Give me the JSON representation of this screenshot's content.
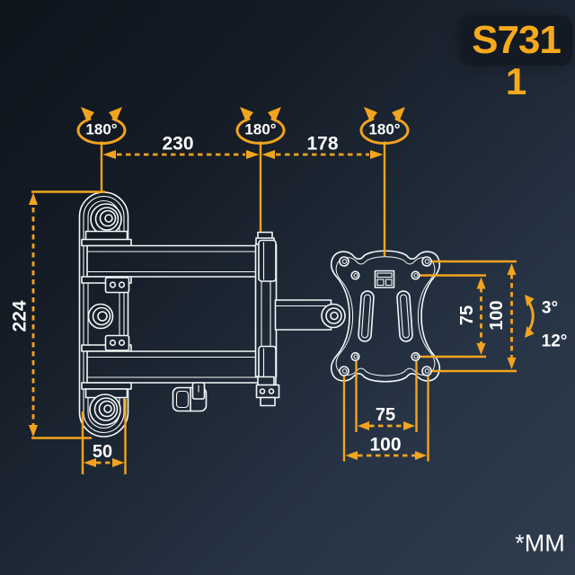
{
  "product": {
    "model": "S731",
    "variant": "1"
  },
  "units_note": "*MM",
  "annotations": {
    "swivel_wall": "180°",
    "swivel_elbow": "180°",
    "swivel_vesa": "180°",
    "span_wall_to_elbow": "230",
    "span_elbow_to_vesa": "178",
    "wall_plate_height": "224",
    "wall_plate_width": "50",
    "vesa_vertical_inner": "75",
    "vesa_vertical_outer": "100",
    "tilt_up": "3°",
    "tilt_down": "12°",
    "vesa_horizontal_inner": "75",
    "vesa_horizontal_outer": "100"
  },
  "colors": {
    "accent": "#F2A41E",
    "line": "#FFFFFF",
    "background_dark": "#0F151D",
    "background_light": "#2E3C4D",
    "badge_bg": "#131A24",
    "badge_text": "#F7A91C"
  }
}
